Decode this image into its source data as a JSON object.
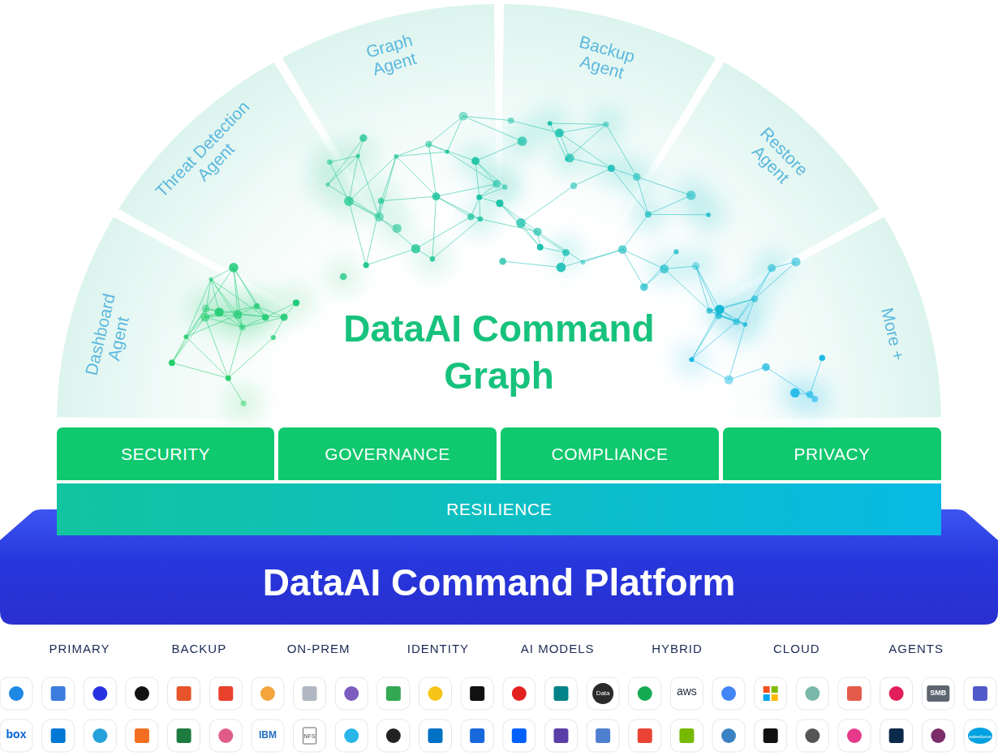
{
  "diagram": {
    "nodes": [
      {
        "text": [
          "Dashboard Agent"
        ]
      },
      {
        "text": [
          "Threat Detection Agent"
        ]
      },
      {
        "text": [
          "Graph Agent"
        ]
      },
      {
        "text": [
          "Backup Agent"
        ]
      },
      {
        "text": [
          "Restore Agent"
        ]
      },
      {
        "text": [
          "More +"
        ]
      },
      {
        "text": [
          "SECURITY"
        ]
      },
      {
        "text": [
          "GOVERNANCE"
        ]
      },
      {
        "text": [
          "COMPLIANCE"
        ]
      },
      {
        "text": [
          "PRIVACY"
        ]
      },
      {
        "text": [
          "RESILIENCE"
        ]
      },
      {
        "text": [
          "DataAI Command Platform"
        ]
      }
    ],
    "labels": [
      "DataAI Command Graph",
      "PRIMARY",
      "BACKUP",
      "ON-PREM",
      "IDENTITY",
      "AI MODELS",
      "HYBRID",
      "CLOUD",
      "AGENTS",
      "Data",
      "aws",
      "SMB",
      "box",
      "IBM",
      "NFS",
      "salesforce"
    ]
  }
}
